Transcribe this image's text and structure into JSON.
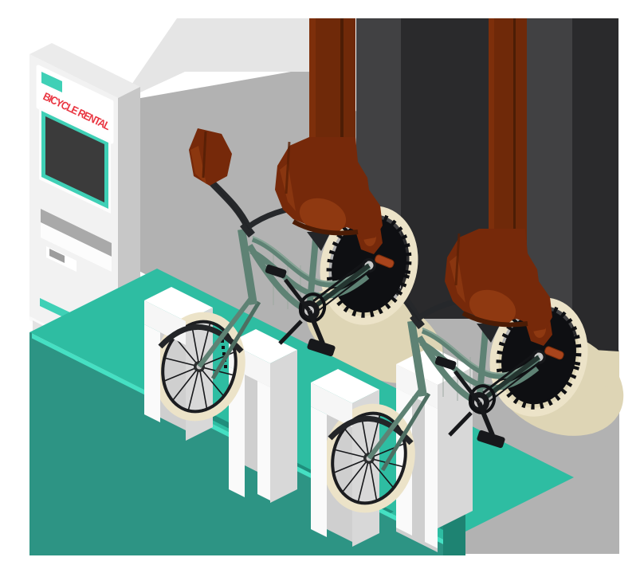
{
  "illustration": {
    "type": "isometric vector illustration",
    "subject": "bicycle rental docking station with kiosk, platform, dock posts and two bicycles",
    "kiosk": {
      "sign_text": "BICYCLE RENTAL",
      "sign_text_color": "#e93540",
      "sign_panel_color": "#ffffff",
      "accent_color": "#3fd0b6",
      "screen_color": "#3b3b3b",
      "body_color": "#f2f2f2",
      "side_color": "#c7c7c7"
    },
    "station": {
      "dock_post_count": 4,
      "dock_post_color": "#fafafa",
      "dock_post_side_color": "#d8d8d8",
      "platform_top_color": "#2ebda2",
      "platform_edge_color": "#45e0c3",
      "platform_front_color": "#2d9484",
      "platform_shadow_color": "#1f8e7c"
    },
    "bikes": {
      "count": 2,
      "frame_color": "#5e8274",
      "frame_highlight_color": "#87a496",
      "tire_color": "#ece3c8",
      "wheel_core_color": "#0e0f12",
      "saddle_color": "#76290a",
      "saddle_highlight_color": "#8f3911",
      "grip_color": "#76290a",
      "handlebar_color": "#26282b",
      "hub_color": "#c9c9c9",
      "reflector_color": "#a8441c"
    },
    "background": {
      "floor_color": "#ffffff",
      "cast_shadow_color": "#b2b2b2",
      "tire_shadow_color": "#ded5b5",
      "smear_band_light": "#e5e5e5",
      "smear_band_brown": "#6f2909",
      "smear_band_gray1": "#414143",
      "smear_band_gray2": "#2a2a2c"
    }
  }
}
